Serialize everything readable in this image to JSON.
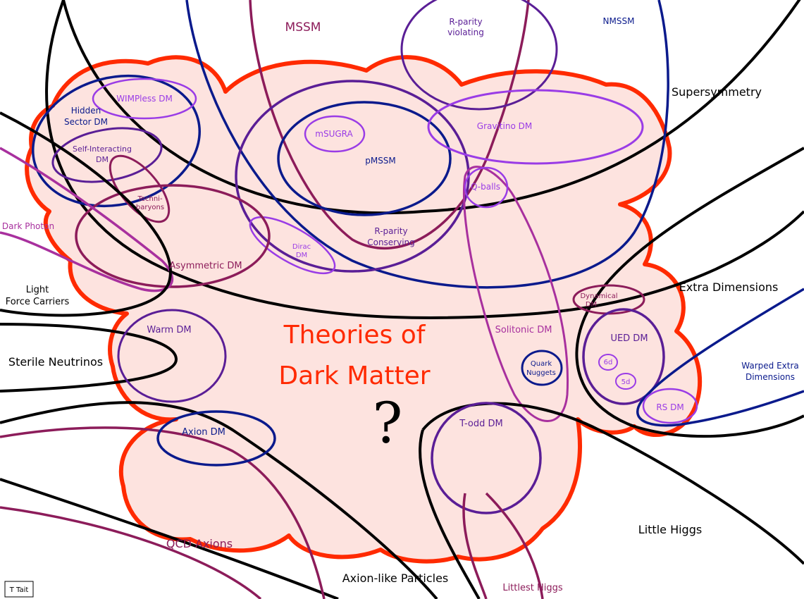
{
  "colors": {
    "cloud_fill": "#fde3df",
    "cloud_stroke": "#ff2a00",
    "title": "#ff2a00",
    "navy": "#0a1a8c",
    "purple": "#5a1e96",
    "violet": "#9a3ce6",
    "maroon": "#8c1c5a",
    "magenta": "#a8309e",
    "black": "#000000"
  },
  "title": {
    "line1": "Theories of",
    "line2": "Dark Matter",
    "mark": "?"
  },
  "outer_labels": {
    "mssm": "MSSM",
    "rparity_violating_1": "R-parity",
    "rparity_violating_2": "violating",
    "nmssm": "NMSSM",
    "supersymmetry": "Supersymmetry",
    "extra_dimensions": "Extra Dimensions",
    "warped_1": "Warped Extra",
    "warped_2": "Dimensions",
    "little_higgs": "Little Higgs",
    "littlest_higgs": "Littlest Higgs",
    "axion_like": "Axion-like Particles",
    "qcd_axions": "QCD Axions",
    "sterile_neutrinos": "Sterile Neutrinos",
    "light_force_1": "Light",
    "light_force_2": "Force Carriers",
    "dark_photon": "Dark Photon",
    "credit": "T Tait"
  },
  "inner_labels": {
    "wimpless": "WIMPless DM",
    "hidden_1": "Hidden",
    "hidden_2": "Sector DM",
    "self_int_1": "Self-Interacting",
    "self_int_2": "DM",
    "techni_1": "Techni-",
    "techni_2": "baryons",
    "asymmetric": "Asymmetric DM",
    "msugra": "mSUGRA",
    "pmssm": "pMSSM",
    "rparity_cons_1": "R-parity",
    "rparity_cons_2": "Conserving",
    "dirac_1": "Dirac",
    "dirac_2": "DM",
    "gravitino": "Gravitino DM",
    "qballs": "Q-balls",
    "solitonic": "Solitonic DM",
    "quark_1": "Quark",
    "quark_2": "Nuggets",
    "dynamical_1": "Dynamical",
    "dynamical_2": "DM",
    "ued": "UED DM",
    "sixd": "6d",
    "fived": "5d",
    "rs": "RS DM",
    "warm": "Warm DM",
    "axion": "Axion DM",
    "todd": "T-odd DM"
  }
}
